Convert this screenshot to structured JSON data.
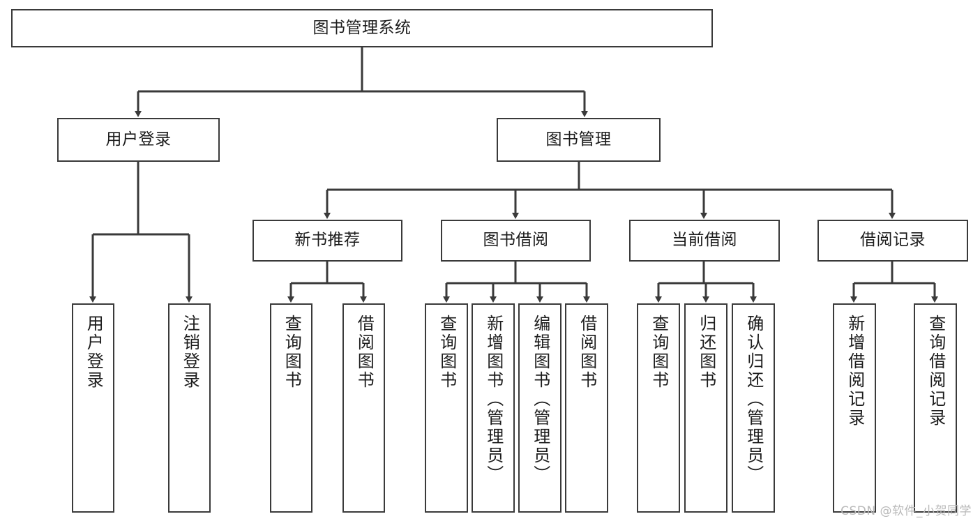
{
  "diagram": {
    "type": "tree",
    "title": "图书管理系统",
    "orientation": "top-down",
    "colors": {
      "box_border": "#3a3a3a",
      "box_fill": "#ffffff",
      "edge": "#3a3a3a",
      "text": "#1c1c1c",
      "watermark": "#b9b9b9"
    },
    "watermark": "CSDN @软件_小贺同学",
    "nodes": {
      "root": {
        "label": "图书管理系统"
      },
      "level1": [
        {
          "label": "用户登录"
        },
        {
          "label": "图书管理"
        }
      ],
      "level2": [
        {
          "label": "新书推荐"
        },
        {
          "label": "图书借阅"
        },
        {
          "label": "当前借阅"
        },
        {
          "label": "借阅记录"
        }
      ],
      "leaves_user_login": [
        {
          "label": "用户登录"
        },
        {
          "label": "注销登录"
        }
      ],
      "leaves_new_book": [
        {
          "label": "查询图书"
        },
        {
          "label": "借阅图书"
        }
      ],
      "leaves_borrow": [
        {
          "label": "查询图书"
        },
        {
          "label": "新增图书（管理员）"
        },
        {
          "label": "编辑图书（管理员）"
        },
        {
          "label": "借阅图书"
        }
      ],
      "leaves_current": [
        {
          "label": "查询图书"
        },
        {
          "label": "归还图书"
        },
        {
          "label": "确认归还（管理员）"
        }
      ],
      "leaves_records": [
        {
          "label": "新增借阅记录"
        },
        {
          "label": "查询借阅记录"
        }
      ]
    }
  }
}
